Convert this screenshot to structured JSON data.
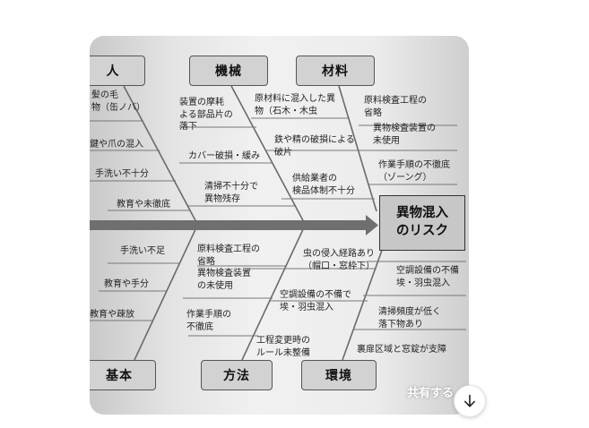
{
  "diagram": {
    "effect_line1": "異物混入",
    "effect_line2": "のリスク",
    "categories": {
      "person": "人",
      "machine": "機械",
      "material": "材料",
      "basis": "基本",
      "method": "方法",
      "environment": "環境"
    },
    "labels": {
      "p1a": "髪の毛",
      "p1b": "物（缶ノバ）",
      "p2": "鍵や爪の混入",
      "p3": "手洗い不十分",
      "p4": "教育や未徹底",
      "m1a": "装置の摩耗",
      "m1b": "よる部品片の",
      "m1c": "落下",
      "m2": "カバー破損・緩み",
      "m3a": "清掃不十分で",
      "m3b": "異物残存",
      "t1a": "原材料に混入した異",
      "t1b": "物（石木・木虫",
      "t2a": "鉄や精の破損による",
      "t2b": "破片",
      "t3a": "供給業者の",
      "t3b": "検品体制不十分",
      "t4a": "原料検査工程の",
      "t4b": "省略",
      "t5a": "異物検査装置の",
      "t5b": "未使用",
      "t6a": "作業手順の不徹底",
      "t6b": "（ゾーング）",
      "b1": "手洗い不足",
      "b2": "教育や手分",
      "b3": "教育や疎放",
      "h1a": "原料検査工程の",
      "h1b": "省略",
      "h1c": "異物検査装置",
      "h1d": "の未使用",
      "h2a": "作業手順の",
      "h2b": "不徹底",
      "h3a": "工程変更時の",
      "h3b": "ルール未整備",
      "e1a": "虫の侵入経路あり",
      "e1b": "（帽口・窓枠下）",
      "e2a": "空調設備の不備で",
      "e2b": "埃・羽虫混入",
      "e3a": "空調設備の不備",
      "e3b": "埃・羽虫混入",
      "e4a": "清掃頻度が低く",
      "e4b": "落下物あり",
      "e5": "裏扉区域と窓錠が支障"
    }
  },
  "share_label": "共有する",
  "icons": {
    "download": "arrow-down-icon"
  },
  "colors": {
    "box_fill": "#d2d2d2",
    "spine": "#6f6f6f",
    "border": "#555555"
  }
}
